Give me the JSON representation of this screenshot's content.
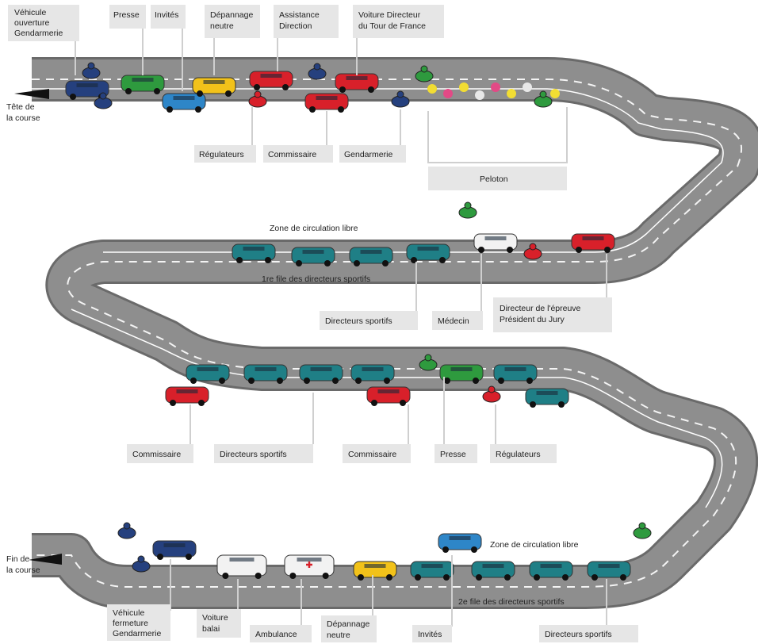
{
  "labels": {
    "vehicule_ouverture": [
      "Véhicule",
      "ouverture",
      "Gendarmerie"
    ],
    "presse_top": "Presse",
    "invites_top": "Invités",
    "depannage_top": [
      "Dépannage",
      "neutre"
    ],
    "assistance": [
      "Assistance",
      "Direction"
    ],
    "voiture_directeur": [
      "Voiture Directeur",
      "du Tour de France"
    ],
    "tete": [
      "Tête de",
      "la course"
    ],
    "regulateurs_1": "Régulateurs",
    "commissaire_1": "Commissaire",
    "gendarmerie_1": "Gendarmerie",
    "peloton": "Peloton",
    "zone_libre_1": "Zone de circulation libre",
    "premiere_file": "1re file des directeurs sportifs",
    "directeurs_sportifs_1": "Directeurs sportifs",
    "medecin": "Médecin",
    "directeur_epreuve": [
      "Directeur de l'épreuve",
      "Président du Jury"
    ],
    "commissaire_2": "Commissaire",
    "directeurs_sportifs_2": "Directeurs sportifs",
    "commissaire_3": "Commissaire",
    "presse_mid": "Presse",
    "regulateurs_2": "Régulateurs",
    "fin": [
      "Fin de",
      "la course"
    ],
    "zone_libre_2": "Zone de circulation libre",
    "deuxieme_file": "2e file des directeurs sportifs",
    "vehicule_fermeture": [
      "Véhicule",
      "fermeture",
      "Gendarmerie"
    ],
    "voiture_balai": [
      "Voiture",
      "balai"
    ],
    "ambulance": "Ambulance",
    "depannage_bottom": [
      "Dépannage",
      "neutre"
    ],
    "invites_bottom": "Invités",
    "directeurs_sportifs_3": "Directeurs sportifs"
  },
  "colors": {
    "road": "#8e8e8e",
    "road_edge": "#6a6a6a",
    "label_bg": "#e6e6e6",
    "gendarmerie": "#25407e",
    "presse": "#2e9a3e",
    "invites": "#2e86c8",
    "depannage": "#f2c21a",
    "officials": "#d8202a",
    "team_teal": "#1f7f86",
    "white_vehicle": "#f2f2f2"
  },
  "vehicles": [
    {
      "kind": "moto",
      "color": "gendarmerie",
      "icon": "moto-gendarmerie-icon"
    },
    {
      "kind": "car",
      "color": "gendarmerie",
      "icon": "car-gendarmerie-icon"
    },
    {
      "kind": "moto",
      "color": "gendarmerie",
      "icon": "moto-gendarmerie-icon"
    },
    {
      "kind": "car",
      "color": "presse",
      "icon": "car-presse-icon"
    },
    {
      "kind": "car",
      "color": "invites",
      "icon": "car-invites-icon"
    },
    {
      "kind": "car",
      "color": "depannage",
      "icon": "car-depannage-icon"
    },
    {
      "kind": "moto",
      "color": "officials",
      "icon": "moto-regulateur-icon"
    },
    {
      "kind": "car",
      "color": "officials",
      "icon": "car-assistance-icon"
    },
    {
      "kind": "moto",
      "color": "gendarmerie",
      "icon": "moto-gendarmerie-icon"
    },
    {
      "kind": "car",
      "color": "officials",
      "icon": "car-commissaire-icon"
    },
    {
      "kind": "car",
      "color": "officials",
      "icon": "car-directeur-tour-icon"
    },
    {
      "kind": "moto",
      "color": "gendarmerie",
      "icon": "moto-gendarmerie-icon"
    },
    {
      "kind": "moto",
      "color": "presse",
      "icon": "moto-presse-icon"
    },
    {
      "kind": "moto",
      "color": "presse",
      "icon": "moto-presse-icon"
    },
    {
      "kind": "car",
      "color": "officials",
      "icon": "car-directeur-epreuve-icon"
    },
    {
      "kind": "moto",
      "color": "officials",
      "icon": "moto-icon"
    },
    {
      "kind": "car",
      "color": "white_vehicle",
      "icon": "car-medecin-icon"
    },
    {
      "kind": "moto",
      "color": "presse",
      "icon": "moto-presse-icon"
    },
    {
      "kind": "car",
      "color": "team_teal",
      "icon": "car-team-icon"
    },
    {
      "kind": "car",
      "color": "team_teal",
      "icon": "car-team-icon"
    },
    {
      "kind": "car",
      "color": "team_teal",
      "icon": "car-team-icon"
    },
    {
      "kind": "car",
      "color": "team_teal",
      "icon": "car-team-icon"
    },
    {
      "kind": "car",
      "color": "team_teal",
      "icon": "car-team-icon"
    },
    {
      "kind": "car",
      "color": "team_teal",
      "icon": "car-team-icon"
    },
    {
      "kind": "car",
      "color": "team_teal",
      "icon": "car-team-icon"
    },
    {
      "kind": "car",
      "color": "team_teal",
      "icon": "car-team-icon"
    },
    {
      "kind": "car",
      "color": "officials",
      "icon": "car-commissaire-icon"
    },
    {
      "kind": "car",
      "color": "officials",
      "icon": "car-commissaire-icon"
    },
    {
      "kind": "moto",
      "color": "presse",
      "icon": "moto-presse-icon"
    },
    {
      "kind": "car",
      "color": "presse",
      "icon": "car-presse-icon"
    },
    {
      "kind": "car",
      "color": "team_teal",
      "icon": "car-team-icon"
    },
    {
      "kind": "moto",
      "color": "officials",
      "icon": "moto-regulateur-icon"
    },
    {
      "kind": "car",
      "color": "team_teal",
      "icon": "car-team-icon"
    },
    {
      "kind": "moto",
      "color": "presse",
      "icon": "moto-presse-icon"
    },
    {
      "kind": "car",
      "color": "invites",
      "icon": "car-invites-icon"
    },
    {
      "kind": "car",
      "color": "team_teal",
      "icon": "car-team-icon"
    },
    {
      "kind": "car",
      "color": "team_teal",
      "icon": "car-team-icon"
    },
    {
      "kind": "car",
      "color": "team_teal",
      "icon": "car-team-icon"
    },
    {
      "kind": "car",
      "color": "team_teal",
      "icon": "car-team-icon"
    },
    {
      "kind": "car",
      "color": "depannage",
      "icon": "car-depannage-icon"
    },
    {
      "kind": "van",
      "color": "white_vehicle",
      "icon": "ambulance-icon"
    },
    {
      "kind": "van",
      "color": "white_vehicle",
      "icon": "voiture-balai-icon"
    },
    {
      "kind": "car",
      "color": "gendarmerie",
      "icon": "car-gendarmerie-icon"
    },
    {
      "kind": "moto",
      "color": "gendarmerie",
      "icon": "moto-gendarmerie-icon"
    },
    {
      "kind": "moto",
      "color": "gendarmerie",
      "icon": "moto-gendarmerie-icon"
    }
  ]
}
